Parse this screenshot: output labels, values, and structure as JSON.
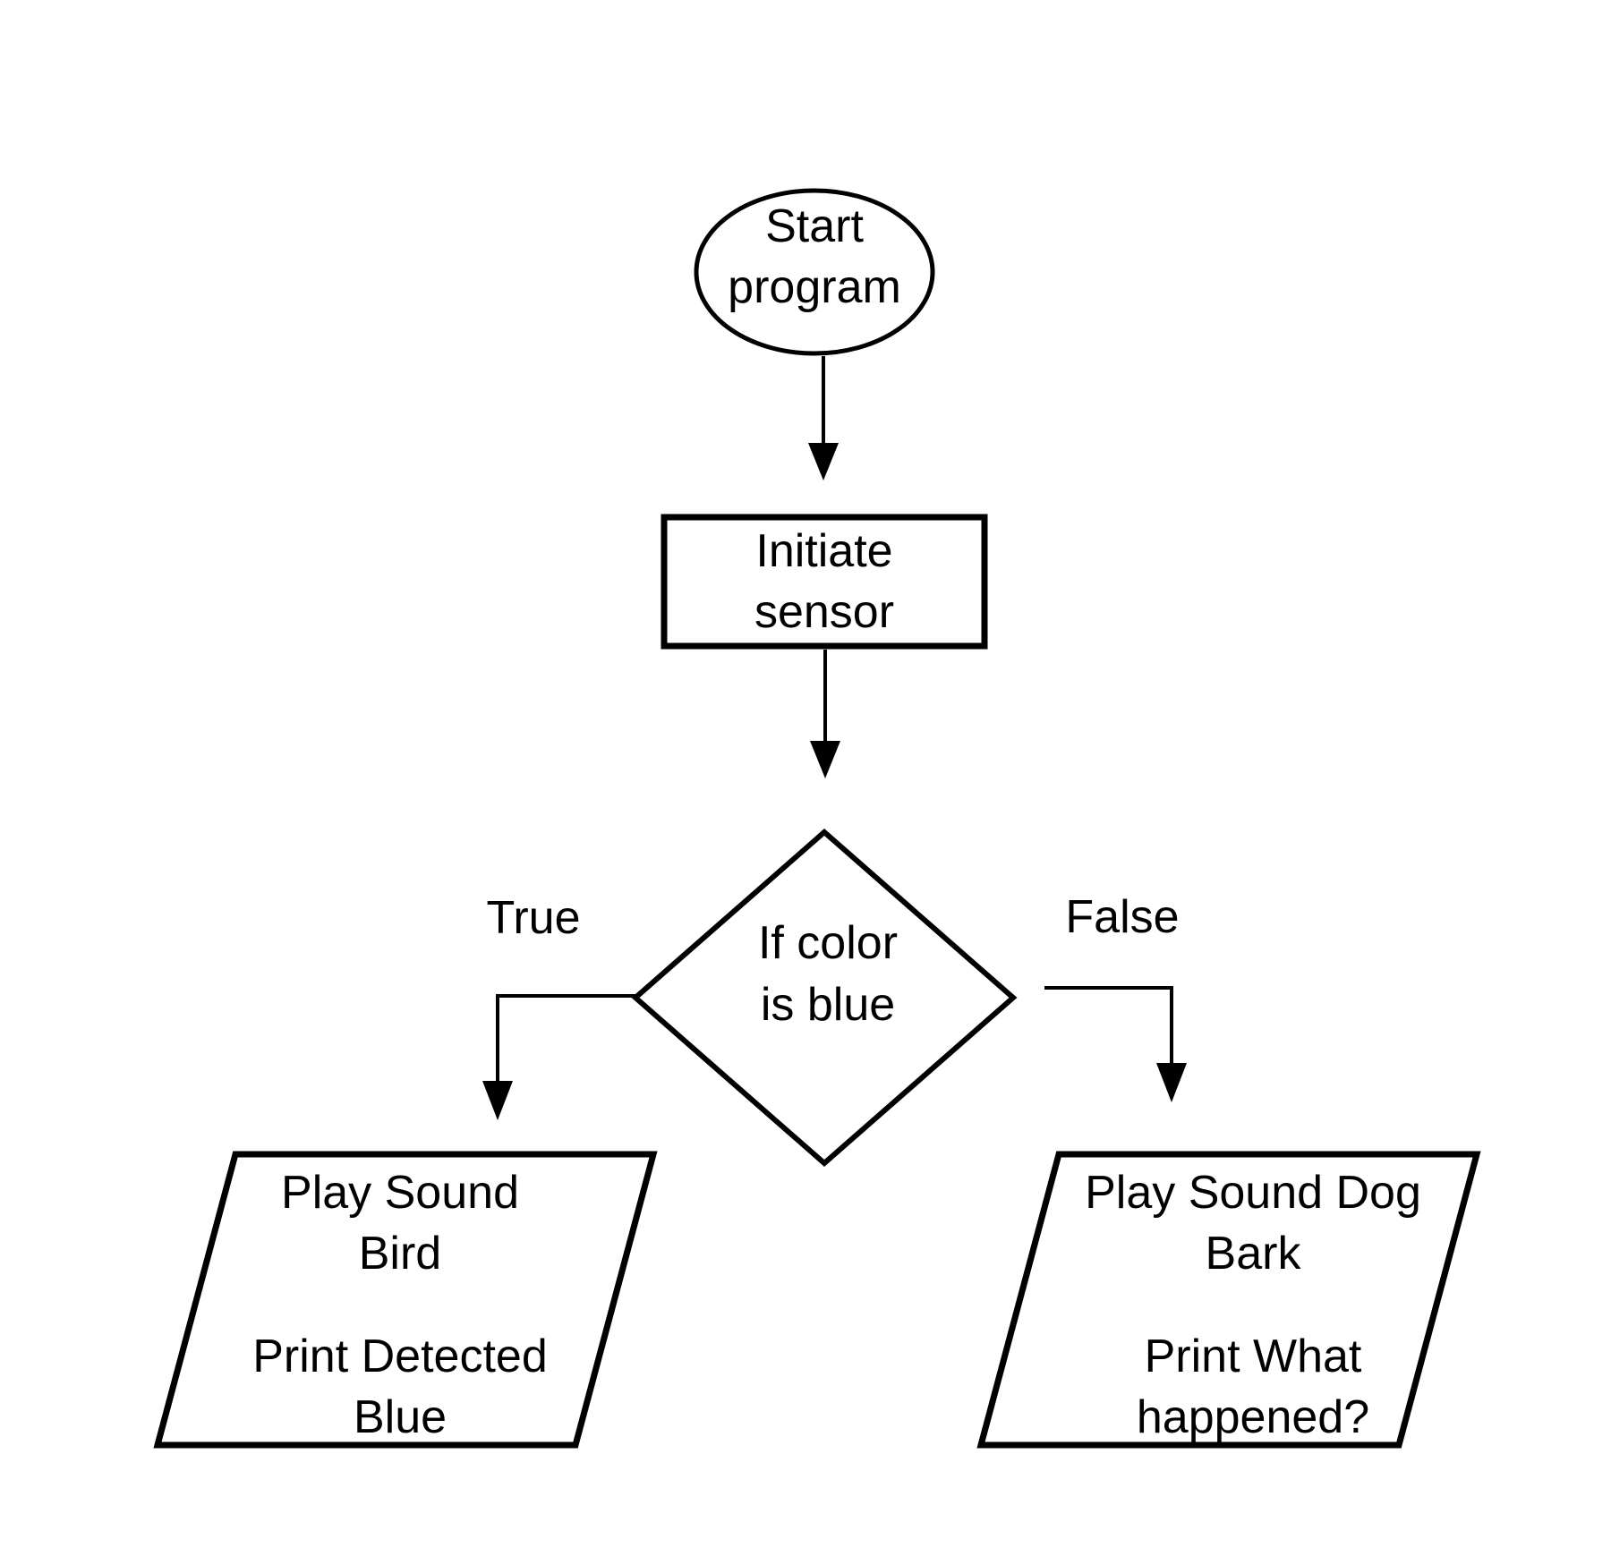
{
  "colors": {
    "ink": "#000000",
    "background": "#ffffff"
  },
  "nodes": {
    "start": {
      "line1": "Start",
      "line2": "program"
    },
    "initiate": {
      "line1": "Initiate",
      "line2": "sensor"
    },
    "decision": {
      "line1": "If color",
      "line2": "is blue"
    },
    "true_output": {
      "line1": "Play Sound",
      "line2": "Bird",
      "line3": "Print Detected",
      "line4": "Blue"
    },
    "false_output": {
      "line1": "Play Sound Dog",
      "line2": "Bark",
      "line3": "Print What",
      "line4": "happened?"
    }
  },
  "edges": {
    "true_label": "True",
    "false_label": "False"
  }
}
